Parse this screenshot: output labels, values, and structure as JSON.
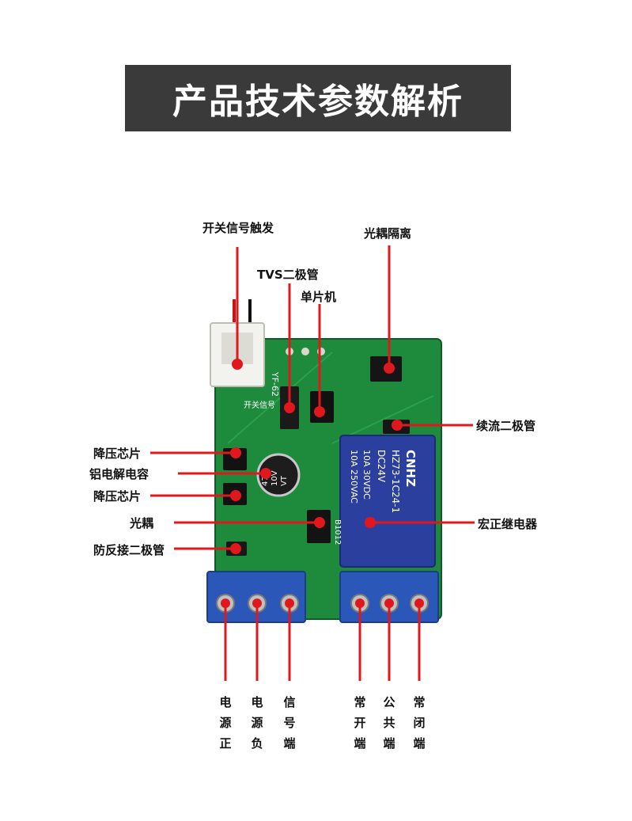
{
  "title": "产品技术参数解析",
  "labels": {
    "switch_trigger": "开关信号触发",
    "optocoupler_isolation": "光耦隔离",
    "tvs_diode": "TVS二极管",
    "mcu": "单片机",
    "flyback_diode": "续流二极管",
    "buck_chip_1": "降压芯片",
    "aluminum_cap": "铝电解电容",
    "buck_chip_2": "降压芯片",
    "optocoupler": "光耦",
    "relay": "宏正继电器",
    "reverse_diode": "防反接二极管"
  },
  "terminals": [
    {
      "chars": [
        "电",
        "源",
        "正"
      ]
    },
    {
      "chars": [
        "电",
        "源",
        "负"
      ]
    },
    {
      "chars": [
        "信",
        "号",
        "端"
      ]
    },
    {
      "chars": [
        "常",
        "开",
        "端"
      ]
    },
    {
      "chars": [
        "公",
        "共",
        "端"
      ]
    },
    {
      "chars": [
        "常",
        "闭",
        "端"
      ]
    }
  ],
  "board_print": {
    "connector_mark": "YF-62",
    "connector_caption": "开关信号",
    "relay_brand": "CNHZ",
    "relay_model": "HZ73-1C24-1",
    "relay_coil": "DC24V",
    "relay_rating_1": "10A 30VDC",
    "relay_rating_2": "10A 250VAC",
    "relay_code": "B1012",
    "cap_value": "470",
    "cap_voltage": "10V",
    "cap_mark": "VT"
  },
  "colors": {
    "title_bg": "#3a3a3a",
    "pcb": "#1e8a3c",
    "callout": "#e0181e",
    "terminal": "#2b58b8",
    "relay": "#2a3f9e"
  }
}
